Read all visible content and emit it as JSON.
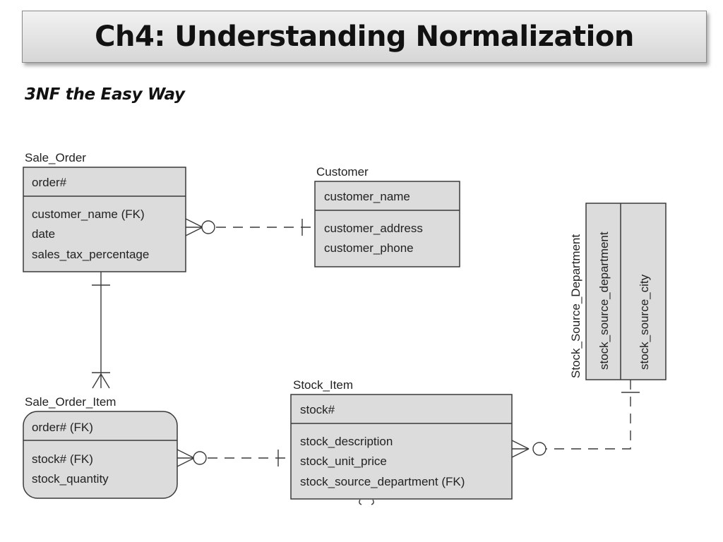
{
  "slide": {
    "title": "Ch4: Understanding Normalization",
    "subtitle": "3NF the Easy Way"
  },
  "diagram": {
    "entities": {
      "sale_order": {
        "name": "Sale_Order",
        "key": [
          "order#"
        ],
        "attributes": [
          "customer_name (FK)",
          "date",
          "sales_tax_percentage"
        ]
      },
      "customer": {
        "name": "Customer",
        "key": [
          "customer_name"
        ],
        "attributes": [
          "customer_address",
          "customer_phone"
        ]
      },
      "sale_order_item": {
        "name": "Sale_Order_Item",
        "key": [
          "order# (FK)"
        ],
        "attributes": [
          "stock# (FK)",
          "stock_quantity"
        ]
      },
      "stock_item": {
        "name": "Stock_Item",
        "key": [
          "stock#"
        ],
        "attributes": [
          "stock_description",
          "stock_unit_price",
          "stock_source_department (FK)"
        ]
      },
      "stock_source_department": {
        "name": "Stock_Source_Department",
        "key": [
          "stock_source_department"
        ],
        "attributes": [
          "stock_source_city"
        ]
      }
    },
    "relationships": [
      {
        "from": "Customer",
        "to": "Sale_Order",
        "line": "dashed",
        "from_end": "one",
        "to_end": "zero-or-many"
      },
      {
        "from": "Sale_Order",
        "to": "Sale_Order_Item",
        "line": "solid",
        "from_end": "one",
        "to_end": "one-or-many"
      },
      {
        "from": "Stock_Item",
        "to": "Sale_Order_Item",
        "line": "dashed",
        "from_end": "one",
        "to_end": "zero-or-many"
      },
      {
        "from": "Stock_Source_Department",
        "to": "Stock_Item",
        "line": "dashed",
        "from_end": "one",
        "to_end": "zero-or-many"
      }
    ]
  }
}
